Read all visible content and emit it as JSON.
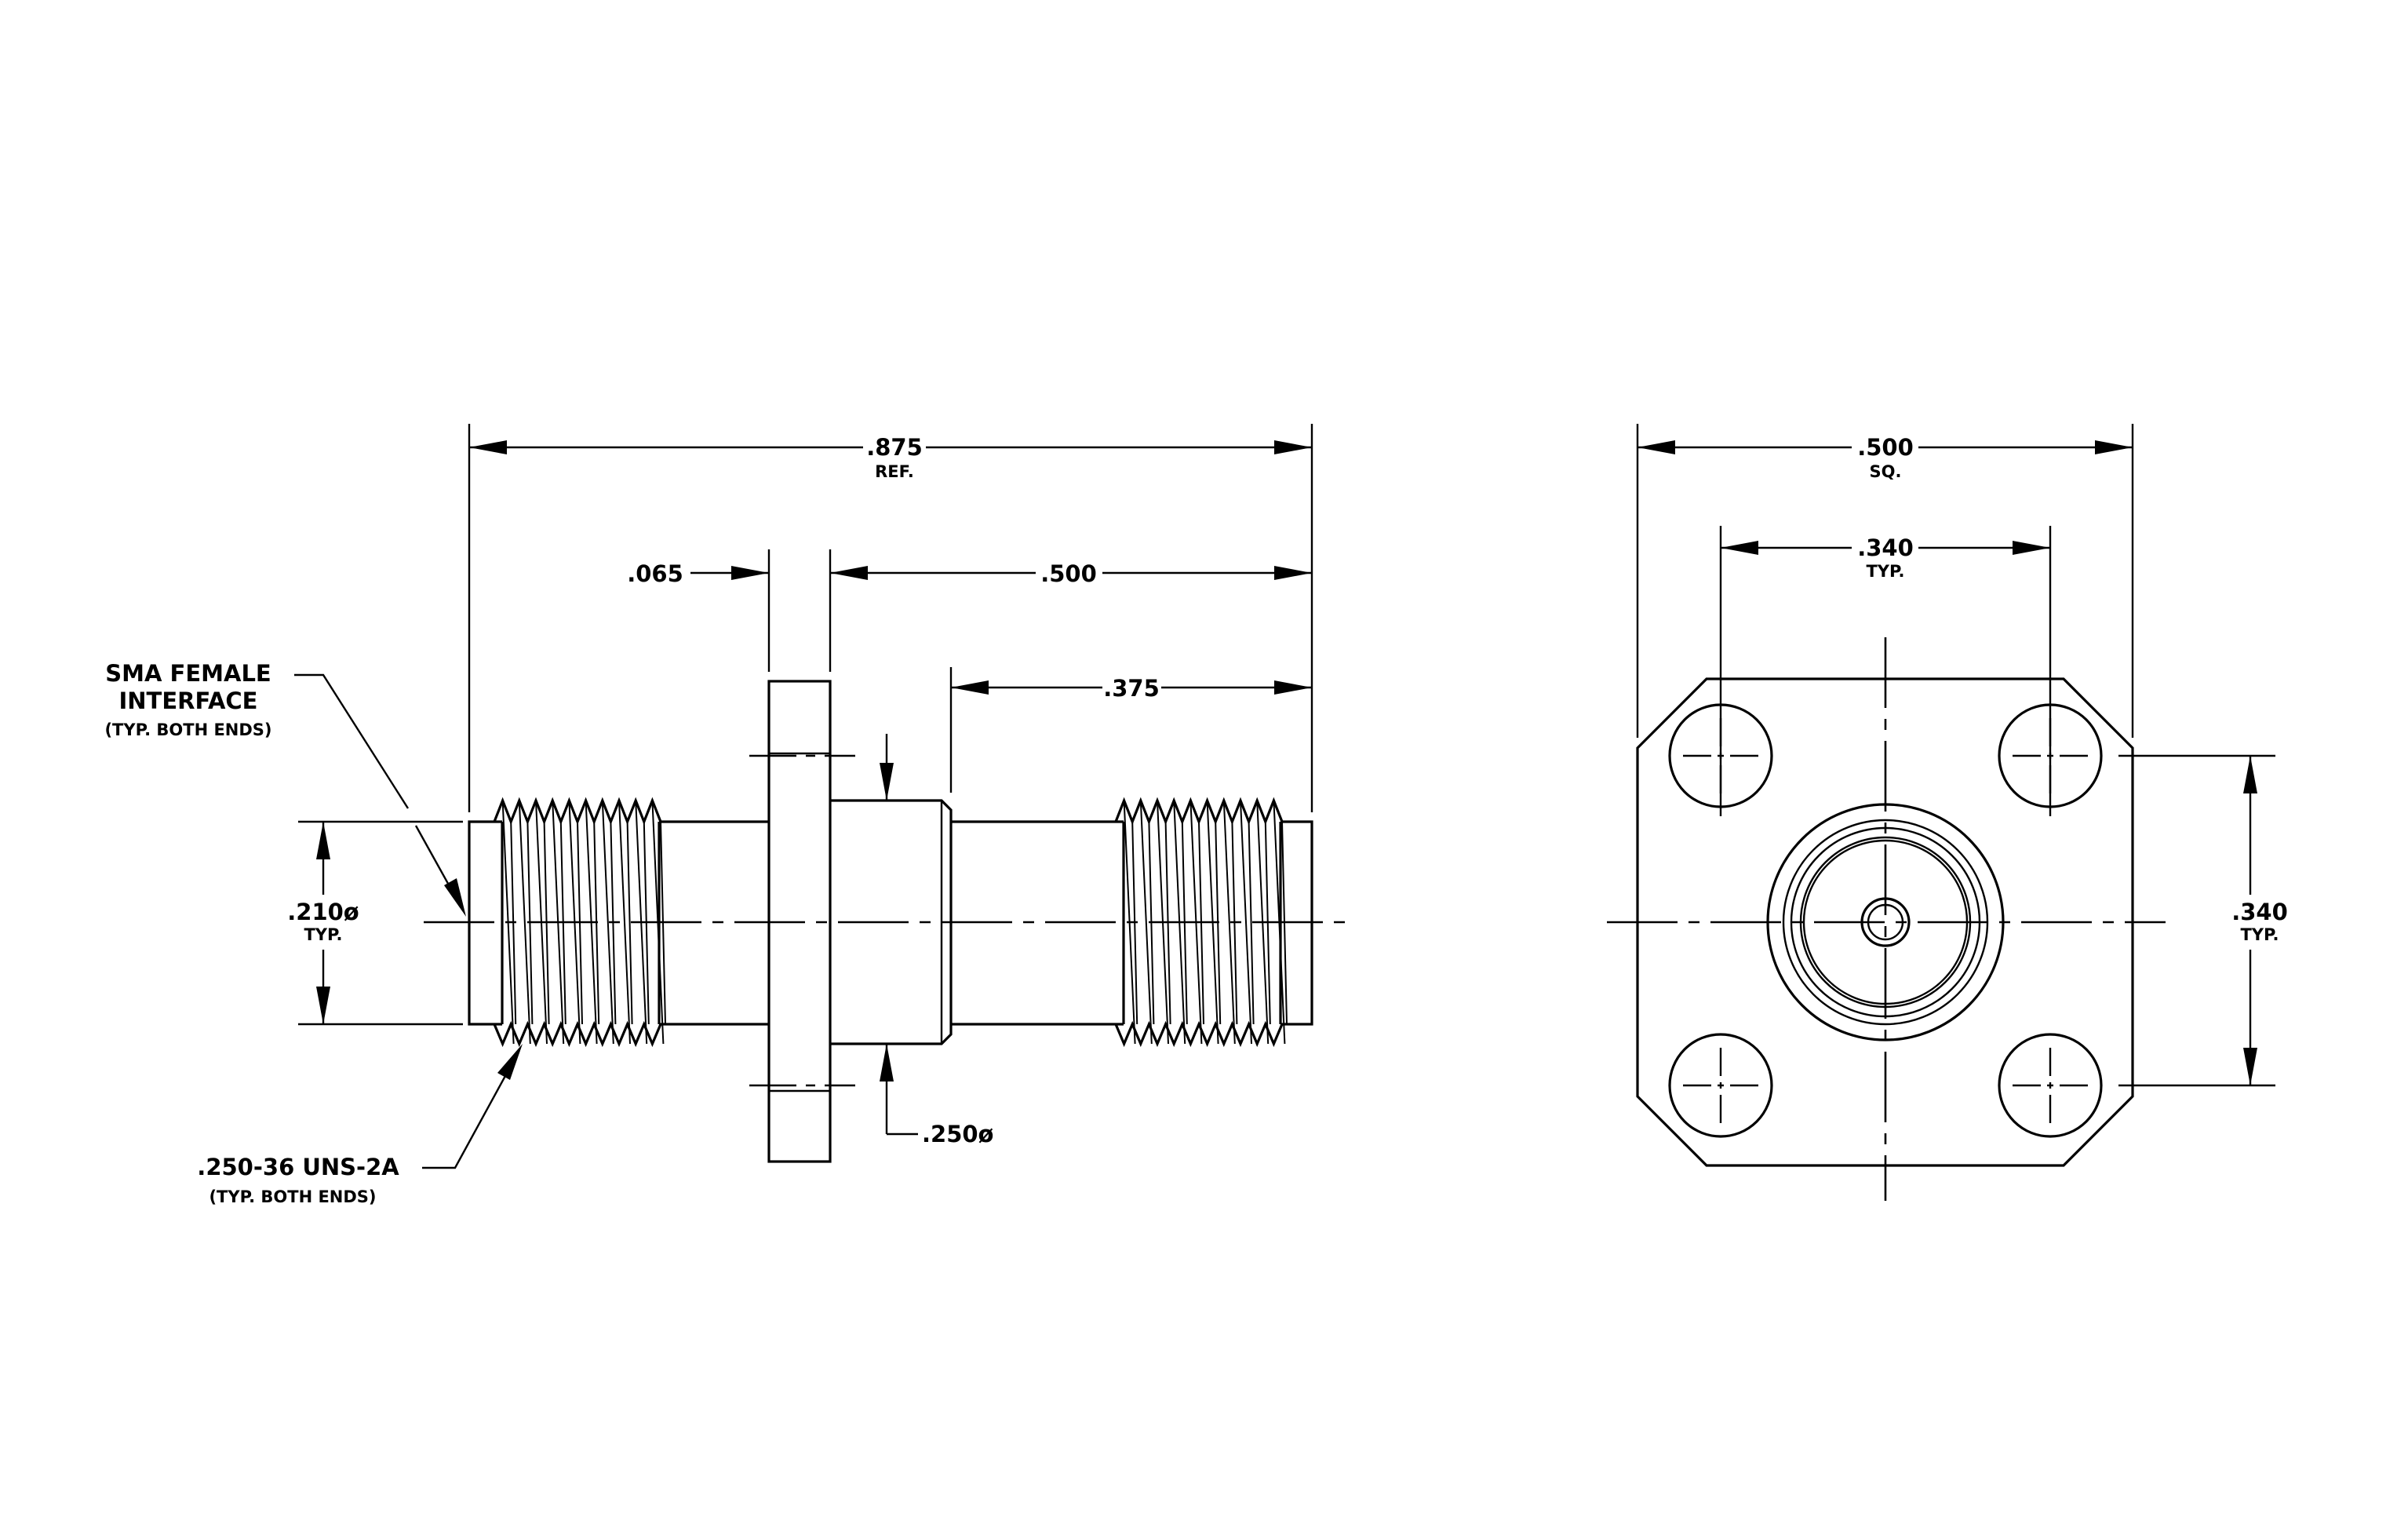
{
  "dimensions": {
    "overall_length": {
      "value": ".875",
      "note": "REF."
    },
    "flange_thickness": {
      "value": ".065"
    },
    "flange_to_end": {
      "value": ".500"
    },
    "body_to_end": {
      "value": ".375"
    },
    "interface_dia": {
      "value": ".210ø",
      "note": "TYP."
    },
    "body_dia": {
      "value": ".250ø"
    },
    "flange_square": {
      "value": ".500",
      "note": "SQ."
    },
    "hole_spacing_h": {
      "value": ".340",
      "note": "TYP."
    },
    "hole_spacing_v": {
      "value": ".340",
      "note": "TYP."
    }
  },
  "callouts": {
    "interface": {
      "line1": "SMA FEMALE",
      "line2": "INTERFACE",
      "line3": "(TYP. BOTH ENDS)"
    },
    "thread": {
      "line1": ".250-36 UNS-2A",
      "line2": "(TYP. BOTH ENDS)"
    }
  }
}
